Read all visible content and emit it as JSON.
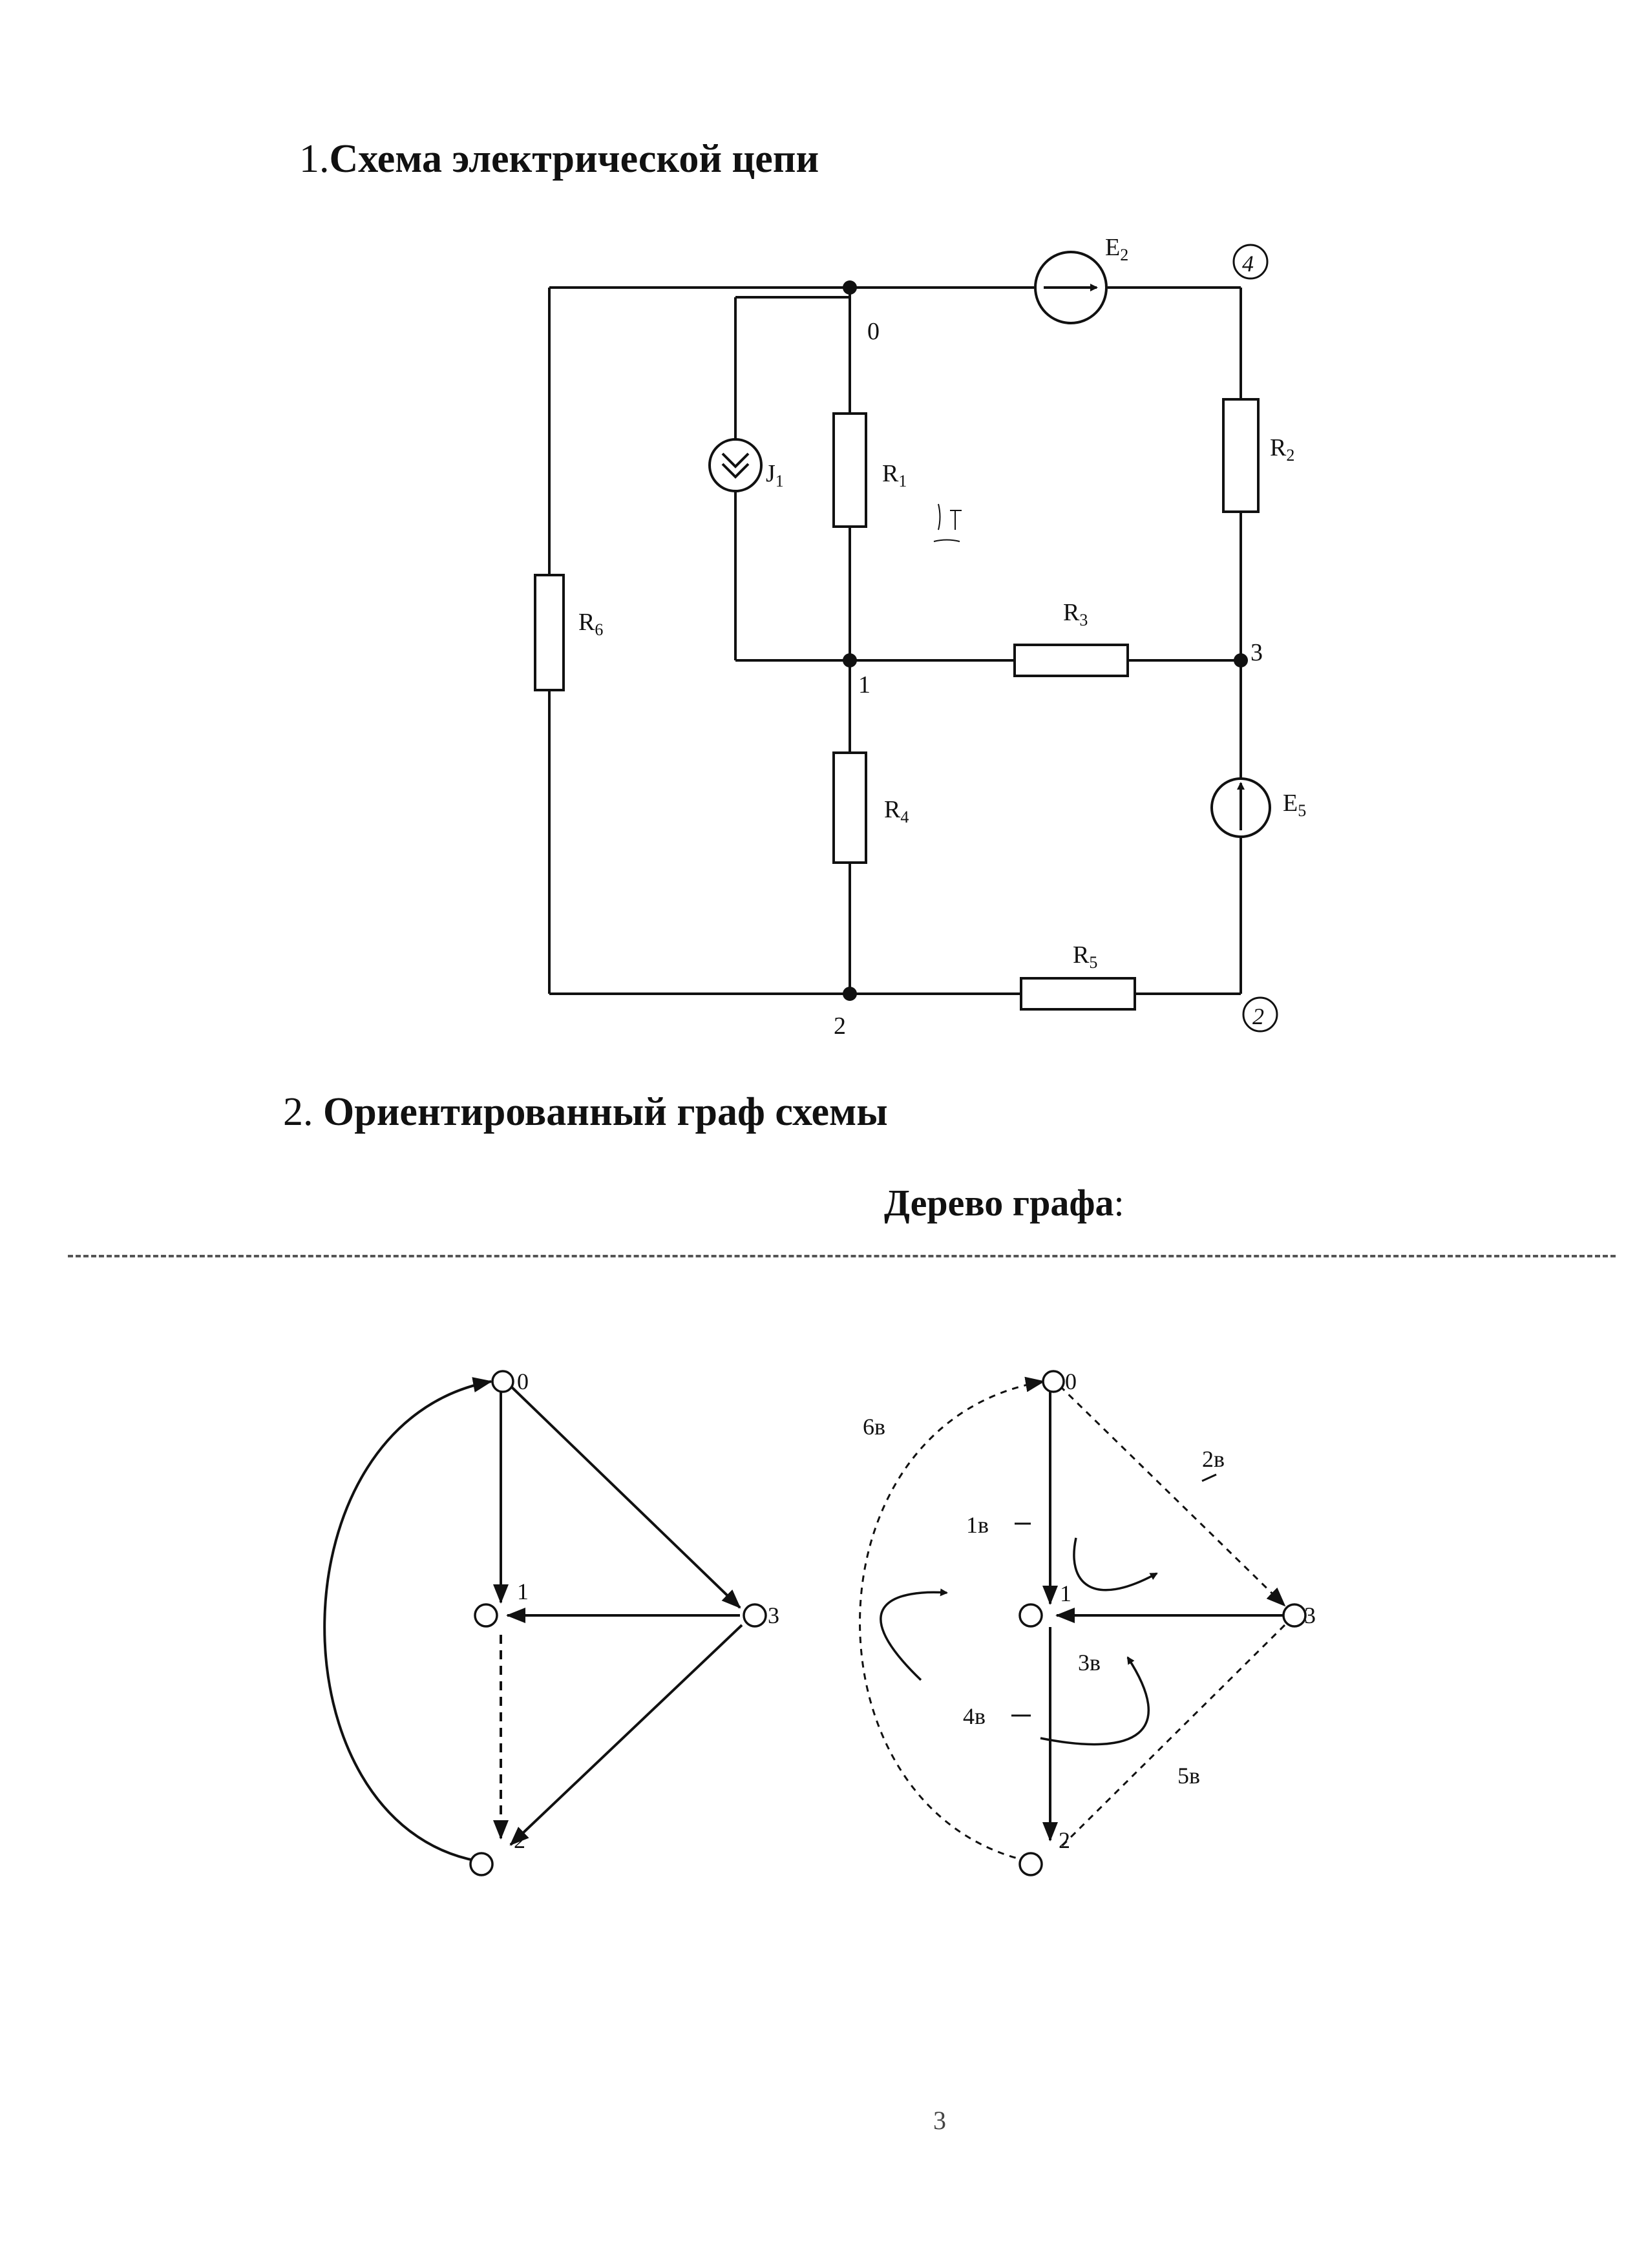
{
  "headings": {
    "section1_num": "1.",
    "section1_title": "Схема электрической цепи",
    "section2_num": "2. ",
    "section2_title": "Ориентированный граф схемы",
    "tree_title": "Дерево графа",
    "tree_colon": ":"
  },
  "circuit": {
    "nodes": [
      "0",
      "1",
      "2",
      "3"
    ],
    "handwritten_nodes": [
      "4",
      "2"
    ],
    "resistors": [
      "R1",
      "R2",
      "R3",
      "R4",
      "R5",
      "R6"
    ],
    "sources": [
      "E2",
      "E5",
      "J1"
    ],
    "labels": {
      "E2": {
        "main": "E",
        "sub": "2"
      },
      "E5": {
        "main": "E",
        "sub": "5"
      },
      "J1": {
        "main": "J",
        "sub": "1"
      },
      "R1": {
        "main": "R",
        "sub": "1"
      },
      "R2": {
        "main": "R",
        "sub": "2"
      },
      "R3": {
        "main": "R",
        "sub": "3"
      },
      "R4": {
        "main": "R",
        "sub": "4"
      },
      "R5": {
        "main": "R",
        "sub": "5"
      },
      "R6": {
        "main": "R",
        "sub": "6"
      }
    }
  },
  "graph": {
    "nodes": [
      "0",
      "1",
      "2",
      "3"
    ]
  },
  "tree": {
    "nodes": [
      "0",
      "1",
      "2",
      "3"
    ],
    "branch_labels": [
      "1в",
      "2в",
      "3в",
      "4в",
      "5в",
      "6в"
    ]
  },
  "page_number": "3",
  "colors": {
    "ink": "#111111",
    "bleed_through": "#d9d9d9"
  }
}
